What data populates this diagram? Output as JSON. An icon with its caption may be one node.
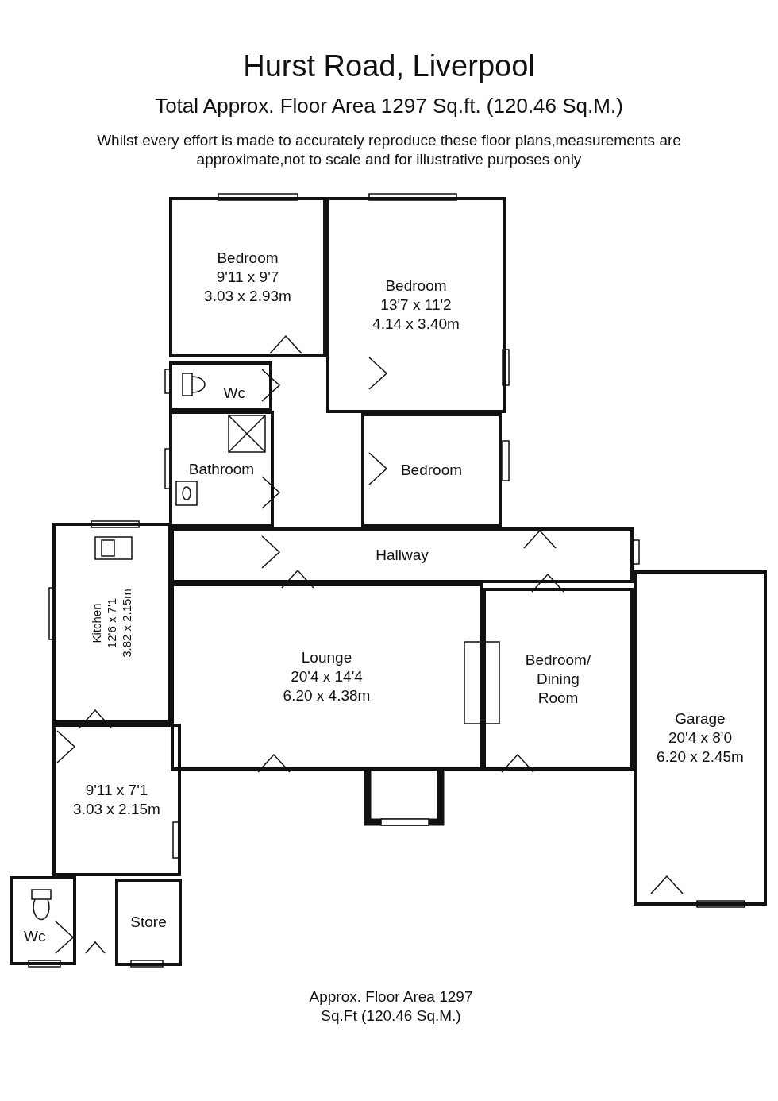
{
  "diagram": {
    "title": "Hurst Road, Liverpool",
    "nodes": [
      {
        "text": [
          "Bedroom",
          "9'11 x 9'7",
          "3.03 x 2.93m"
        ]
      },
      {
        "text": [
          "Bedroom",
          "13'7 x 11'2",
          "4.14 x 3.40m"
        ]
      },
      {
        "text": [
          "Wc"
        ]
      },
      {
        "text": [
          "Bathroom"
        ]
      },
      {
        "text": [
          "Bedroom"
        ]
      },
      {
        "text": [
          "Hallway"
        ]
      },
      {
        "text": [
          "Kitchen",
          "12'6 x 7'1",
          "3.82 x 2.15m"
        ]
      },
      {
        "text": [
          "Lounge",
          "20'4 x 14'4",
          "6.20 x 4.38m"
        ]
      },
      {
        "text": [
          "Bedroom/ Dining Room"
        ]
      },
      {
        "text": [
          "Garage",
          "20'4 x 8'0",
          "6.20 x 2.45m"
        ]
      },
      {
        "text": [
          "9'11 x 7'1",
          "3.03 x 2.15m"
        ]
      },
      {
        "text": [
          "Wc"
        ]
      },
      {
        "text": [
          "Store"
        ]
      }
    ],
    "labels": [
      "Total Approx. Floor Area 1297 Sq.ft. (120.46 Sq.M.)",
      "Whilst every effort is made to accurately reproduce these floor plans,measurements are approximate,not to scale and for illustrative purposes only",
      "Approx. Floor Area 1297 Sq.Ft (120.46 Sq.M.)"
    ]
  }
}
